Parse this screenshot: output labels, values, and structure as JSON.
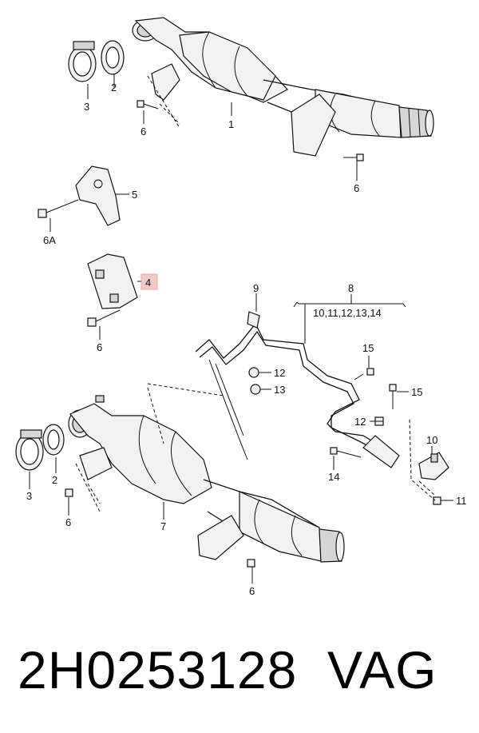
{
  "callouts": {
    "c1": "1",
    "c2a": "2",
    "c3a": "3",
    "c6a": "6",
    "c6b": "6",
    "c5": "5",
    "c6A": "6A",
    "c4": "4",
    "c6c": "6",
    "c9": "9",
    "c8": "8",
    "c8list": "10,11,12,13,14",
    "c12a": "12",
    "c13": "13",
    "c15a": "15",
    "c15b": "15",
    "c12b": "12",
    "c10": "10",
    "c14": "14",
    "c11": "11",
    "c2b": "2",
    "c3b": "3",
    "c6d": "6",
    "c7": "7",
    "c6e": "6"
  },
  "highlight_color": "#e9a4a4",
  "footer": {
    "part_number": "2H0253128",
    "brand": "VAG"
  }
}
